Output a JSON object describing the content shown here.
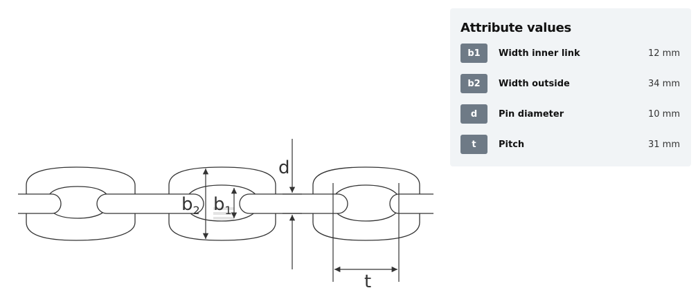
{
  "diagram": {
    "labels": {
      "b2": "b",
      "b2_sub": "2",
      "b1": "b",
      "b1_sub": "1",
      "d": "d",
      "t": "t"
    },
    "colors": {
      "line": "#333333",
      "fill": "#ffffff"
    }
  },
  "attributes": {
    "title": "Attribute values",
    "rows": [
      {
        "code": "b1",
        "name": "Width inner link",
        "value": "12 mm"
      },
      {
        "code": "b2",
        "name": "Width outside",
        "value": "34 mm"
      },
      {
        "code": "d",
        "name": "Pin diameter",
        "value": "10 mm"
      },
      {
        "code": "t",
        "name": "Pitch",
        "value": "31 mm"
      }
    ]
  },
  "colors": {
    "panel_bg": "#f1f4f6",
    "badge_bg": "#6e7a86"
  }
}
